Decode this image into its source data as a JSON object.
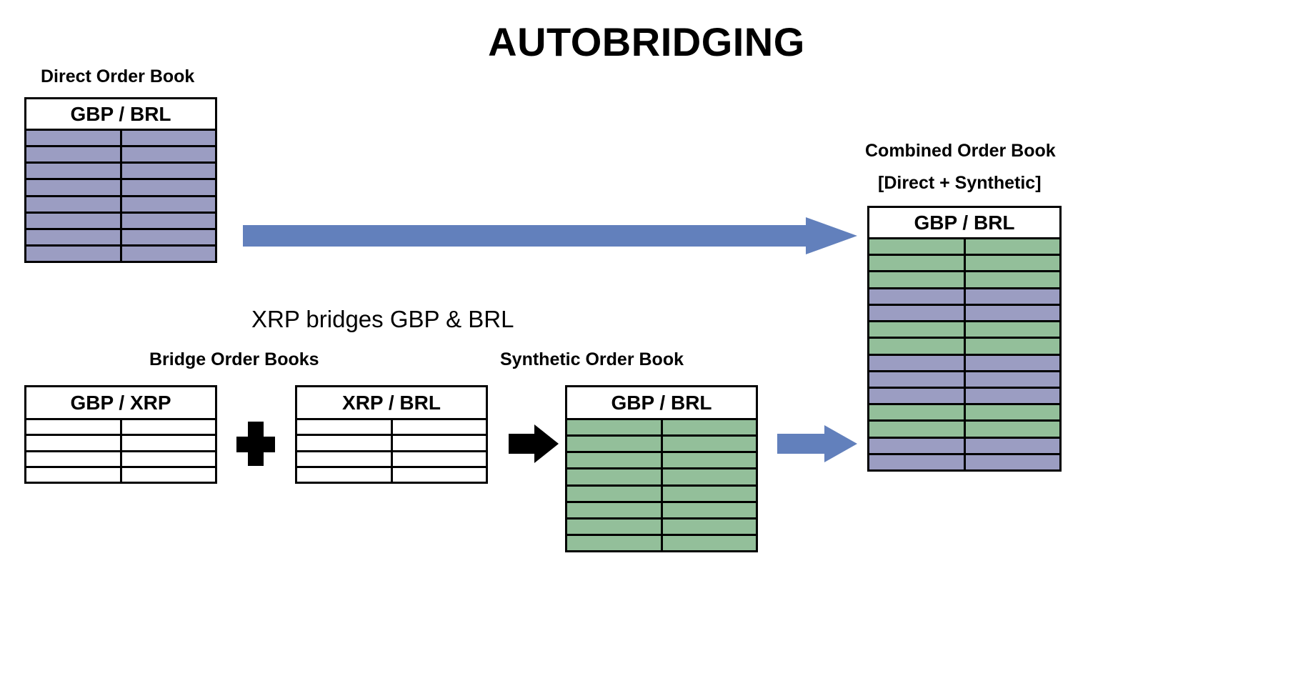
{
  "title": "AUTOBRIDGING",
  "colors": {
    "purple_direct": "#9b9dc2",
    "green_synthetic": "#93bf9a",
    "arrow_blue": "#6280bc",
    "arrow_black": "#000000",
    "border": "#000000",
    "background": "#ffffff"
  },
  "captions": {
    "direct_order_book": "Direct Order Book",
    "bridge_order_books": "Bridge Order Books",
    "synthetic_order_book": "Synthetic Order Book",
    "xrp_bridges": "XRP bridges GBP & BRL",
    "combined_order_book_line1": "Combined Order Book",
    "combined_order_book_line2": "[Direct + Synthetic]"
  },
  "books": {
    "direct": {
      "header": "GBP / BRL",
      "columns": 2,
      "row_count": 8,
      "row_colors": [
        "purple",
        "purple",
        "purple",
        "purple",
        "purple",
        "purple",
        "purple",
        "purple"
      ]
    },
    "bridge_gbp_xrp": {
      "header": "GBP / XRP",
      "columns": 2,
      "row_count": 4,
      "row_colors": [
        "white",
        "white",
        "white",
        "white"
      ]
    },
    "bridge_xrp_brl": {
      "header": "XRP / BRL",
      "columns": 2,
      "row_count": 4,
      "row_colors": [
        "white",
        "white",
        "white",
        "white"
      ]
    },
    "synthetic": {
      "header": "GBP / BRL",
      "columns": 2,
      "row_count": 8,
      "row_colors": [
        "green",
        "green",
        "green",
        "green",
        "green",
        "green",
        "green",
        "green"
      ]
    },
    "combined": {
      "header": "GBP / BRL",
      "columns": 2,
      "row_count": 14,
      "row_colors": [
        "green",
        "green",
        "green",
        "purple",
        "purple",
        "green",
        "green",
        "purple",
        "purple",
        "purple",
        "green",
        "green",
        "purple",
        "purple"
      ]
    }
  },
  "arrows": {
    "direct_to_combined": {
      "color": "#6280bc",
      "direction": "right"
    },
    "synthetic_to_combined": {
      "color": "#6280bc",
      "direction": "right"
    },
    "bridge_to_synthetic": {
      "color": "#000000",
      "direction": "right"
    },
    "plus": {
      "color": "#000000",
      "symbol": "+"
    }
  }
}
